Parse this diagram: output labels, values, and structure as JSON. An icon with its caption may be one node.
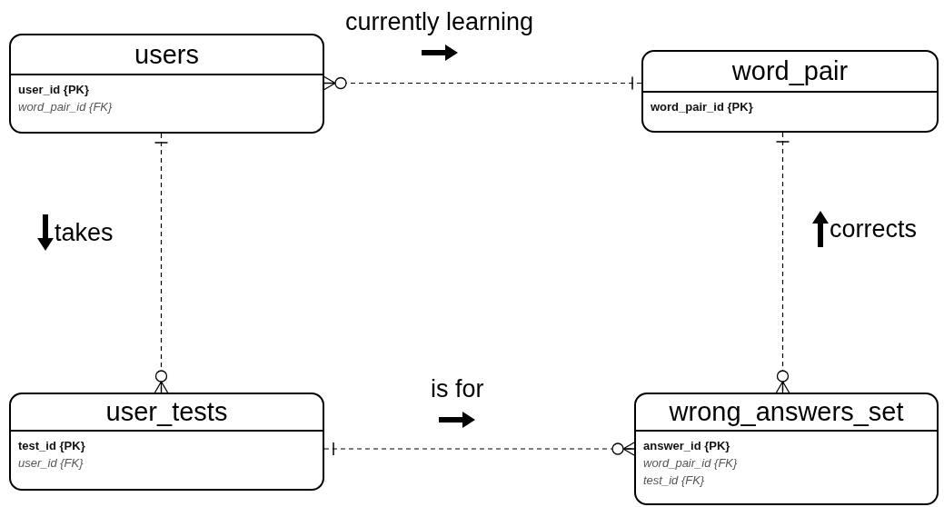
{
  "diagram": {
    "nodes": [
      {
        "text": [
          "users",
          "user_id {PK}",
          "word_pair_id {FK}"
        ]
      },
      {
        "text": [
          "word_pair",
          "word_pair_id {PK}"
        ]
      },
      {
        "text": [
          "user_tests",
          "test_id {PK}",
          "user_id {FK}"
        ]
      },
      {
        "text": [
          "wrong_answers_set",
          "answer_id {PK}",
          "word_pair_id {FK}",
          "test_id {FK}"
        ]
      }
    ],
    "edges": [
      {
        "from": 1,
        "to": 0,
        "arrow": "other",
        "label": "currently learning",
        "style": "dashed"
      },
      {
        "from": 0,
        "to": 2,
        "arrow": "other",
        "label": "takes",
        "style": "dashed"
      },
      {
        "from": 1,
        "to": 3,
        "arrow": "other",
        "label": "corrects",
        "style": "dashed"
      },
      {
        "from": 2,
        "to": 3,
        "arrow": "other",
        "label": "is for",
        "style": "dashed"
      }
    ]
  }
}
